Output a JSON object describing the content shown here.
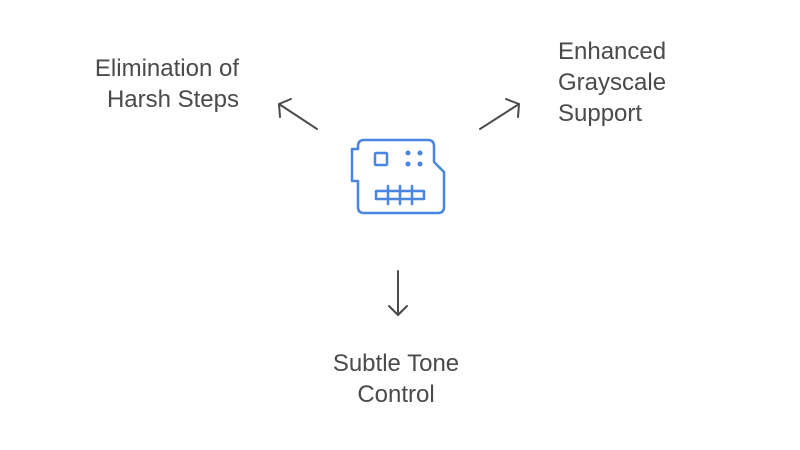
{
  "diagram": {
    "center_icon": "circuit-board-icon",
    "accent_color": "#4a86e0",
    "text_color": "#4a4a4a",
    "branches": [
      {
        "id": "left",
        "direction": "up-left",
        "lines": [
          "Elimination of",
          "Harsh Steps"
        ]
      },
      {
        "id": "right",
        "direction": "up-right",
        "lines": [
          "Enhanced",
          "Grayscale",
          "Support"
        ]
      },
      {
        "id": "bottom",
        "direction": "down",
        "lines": [
          "Subtle Tone",
          "Control"
        ]
      }
    ]
  }
}
